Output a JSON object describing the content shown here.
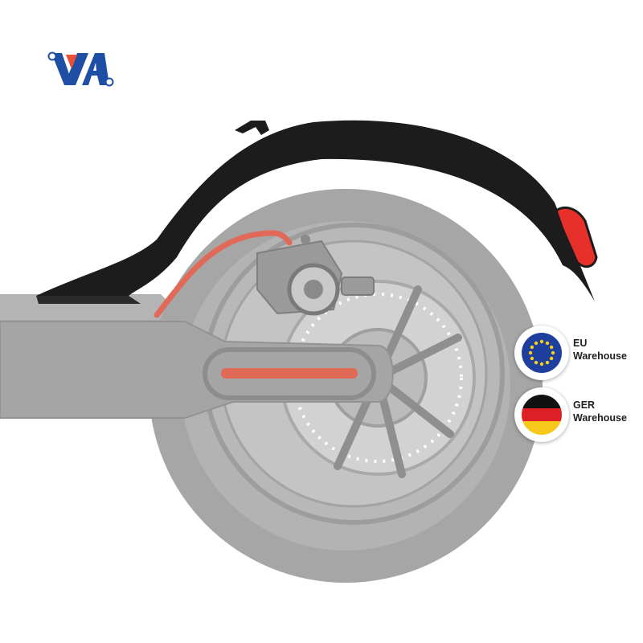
{
  "colors": {
    "brand_blue": "#1f4fa5",
    "brand_orange": "#e8503a",
    "fender": "#1c1c1c",
    "scooter_gray": "#a9a9a9",
    "cable_red": "#e06a57",
    "tail_light": "#e8302a",
    "eu_blue": "#1f3f9e",
    "eu_star": "#f6cf1c"
  },
  "icons": {
    "logo": "va-brand-logo",
    "eu": "eu-flag-icon",
    "ger": "germany-flag-icon"
  },
  "badges": [
    {
      "flag": "eu-flag-icon",
      "line1": "EU",
      "line2": "Warehouse"
    },
    {
      "flag": "germany-flag-icon",
      "line1": "GER",
      "line2": "Warehouse"
    }
  ]
}
